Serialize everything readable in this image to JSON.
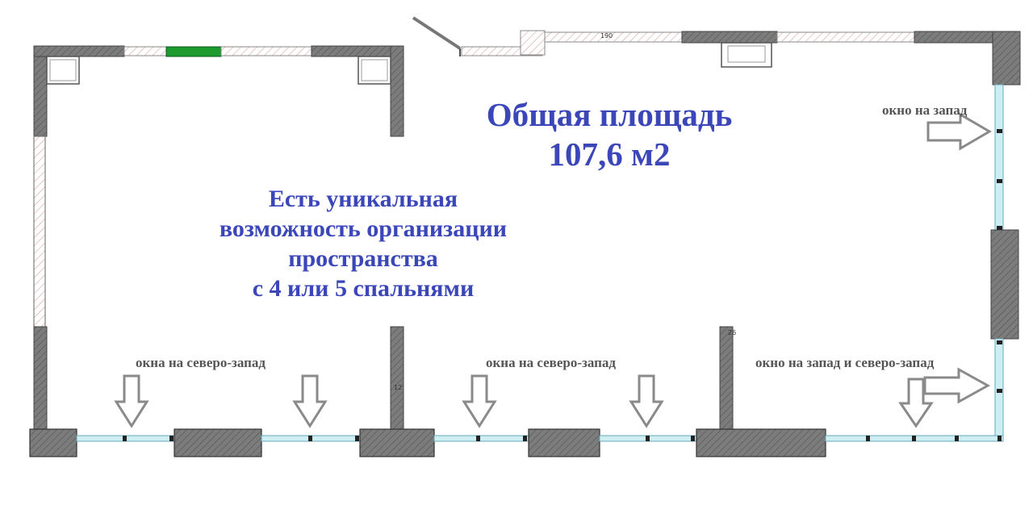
{
  "plan": {
    "title_line1": "Общая площадь",
    "title_line2": "107,6 м2",
    "promo_lines": [
      "Есть уникальная",
      "возможность организации",
      "пространства",
      "с 4 или 5 спальнями"
    ],
    "window_labels": {
      "west_top": "окно на запад",
      "northwest_left": "окна на северо-запад",
      "northwest_middle": "окна на северо-запад",
      "west_northwest": "окно на запад и северо-запад"
    },
    "dimensions": {
      "top_opening": "190",
      "partition_right": "26",
      "partition_middle": "12"
    },
    "colors": {
      "text_blue": "#3b47b8",
      "wall_gray": "#7a7a7a",
      "arrow_gray": "#8a8a8a",
      "window_blue": "#9fd3de",
      "green_block": "#1b9a2e",
      "hatch_pink": "#d9a3a3"
    }
  }
}
